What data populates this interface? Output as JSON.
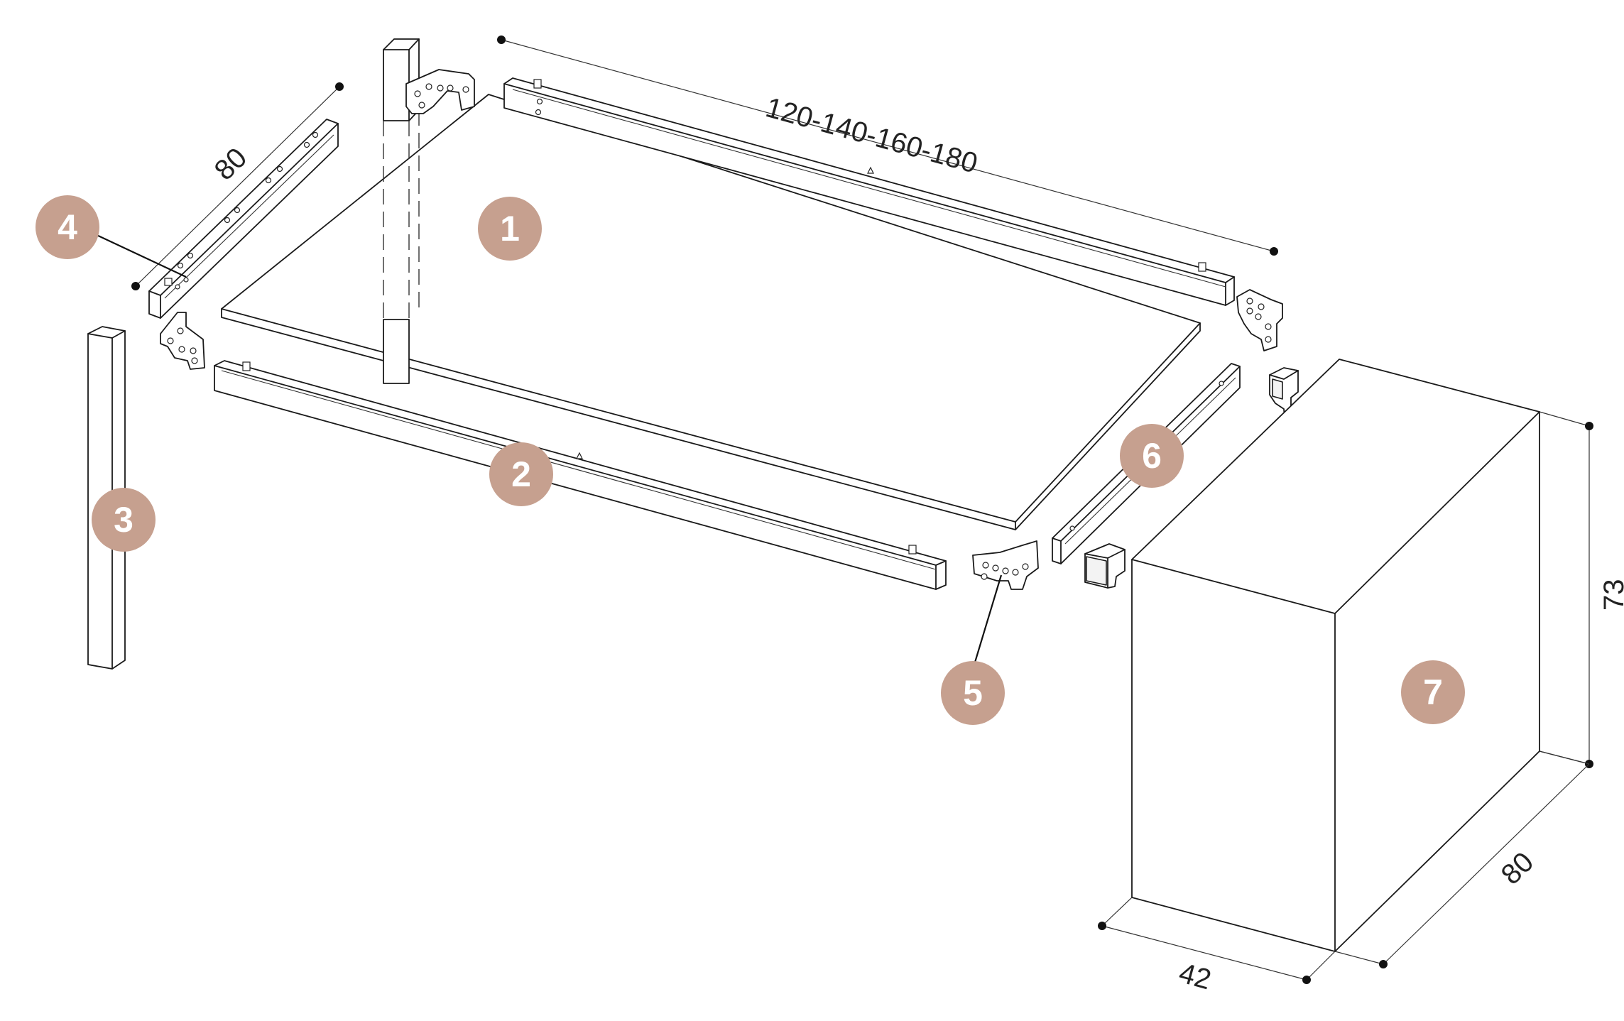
{
  "colors": {
    "badge": "#c6a08f",
    "badge_text": "#ffffff",
    "line": "#1a1a1a",
    "background": "#ffffff"
  },
  "dimensions": {
    "length": "120-140-160-180",
    "width_top": "80",
    "height": "73",
    "depth_cabinet": "80",
    "width_cabinet": "42"
  },
  "parts": [
    {
      "number": "1",
      "part": "table-top"
    },
    {
      "number": "2",
      "part": "long-rail"
    },
    {
      "number": "3",
      "part": "leg"
    },
    {
      "number": "4",
      "part": "short-rail"
    },
    {
      "number": "5",
      "part": "corner-bracket"
    },
    {
      "number": "6",
      "part": "cabinet-rail"
    },
    {
      "number": "7",
      "part": "cabinet"
    }
  ]
}
